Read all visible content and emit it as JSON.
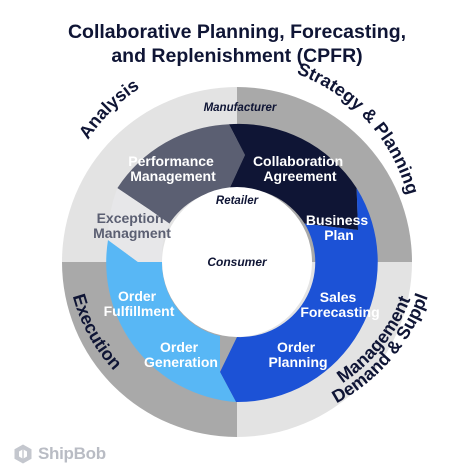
{
  "title": {
    "line1": "Collaborative Planning, Forecasting,",
    "line2": "and Replenishment (CPFR)"
  },
  "rings": {
    "outer_label": "Manufacturer",
    "middle_label": "Retailer",
    "center_label": "Consumer"
  },
  "quadrants": {
    "top_left": "Analysis",
    "top_right": "Strategy & Planning",
    "bottom_left": "Execution",
    "bottom_right_line1": "Demand & Supply",
    "bottom_right_line2": "Management"
  },
  "steps": {
    "performance": [
      "Performance",
      "Management"
    ],
    "collaboration": [
      "Collaboration",
      "Agreement"
    ],
    "business": [
      "Business",
      "Plan"
    ],
    "sales": [
      "Sales",
      "Forecasting"
    ],
    "order_planning": [
      "Order",
      "Planning"
    ],
    "order_generation": [
      "Order",
      "Generation"
    ],
    "order_fulfillment": [
      "Order",
      "Fulfillment"
    ],
    "exception": [
      "Exception",
      "Managment"
    ]
  },
  "logo": {
    "text": "ShipBob",
    "icon": "shipbob-hexagon-icon"
  },
  "colors": {
    "title": "#0f1535",
    "navy": "#0f1535",
    "gray_arrow": "#5b5f72",
    "blue": "#1c52d6",
    "light_blue": "#58b7f5",
    "outer_gray": "#a9a9a9",
    "outer_light": "#e3e3e3"
  }
}
